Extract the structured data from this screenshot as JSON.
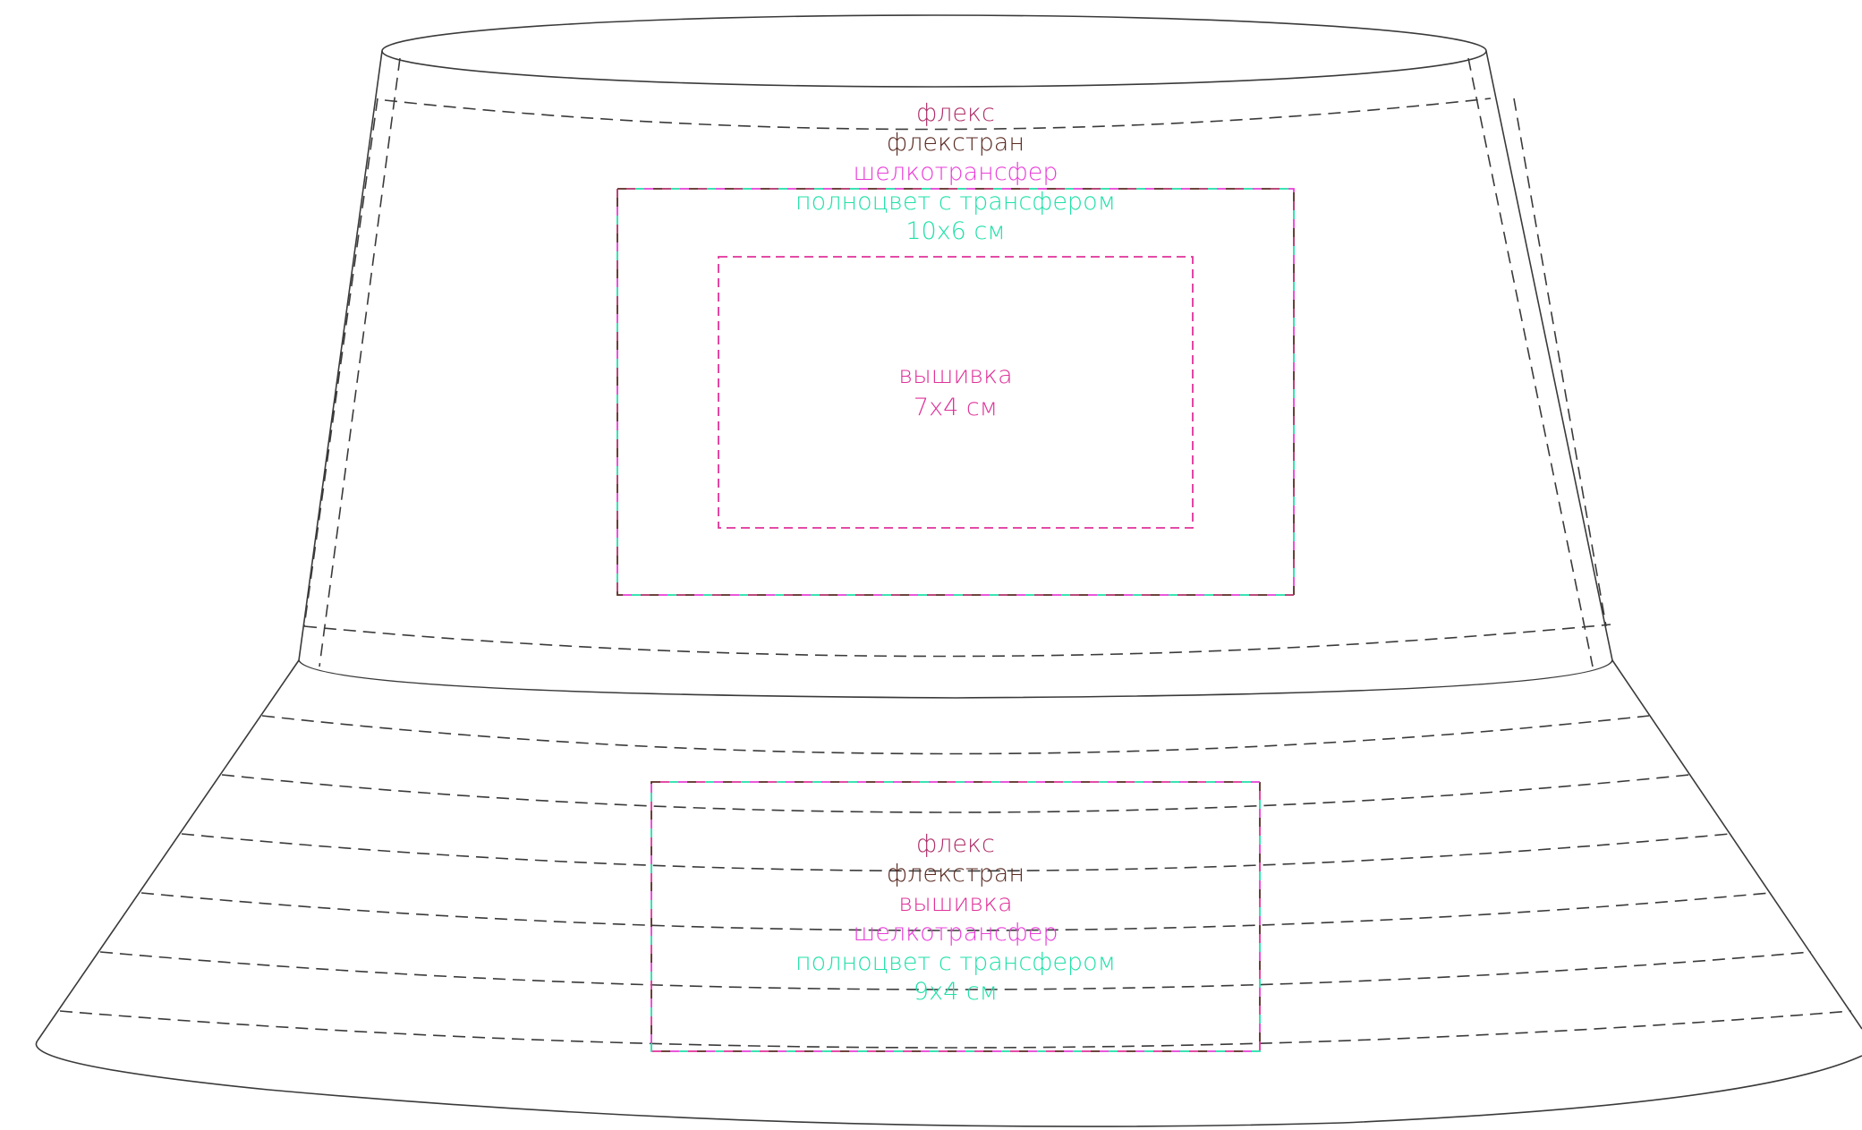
{
  "colors": {
    "outline": "#3a3a3a",
    "flex": "#b0306a",
    "flextran": "#5a2a22",
    "embroidery": "#e0329a",
    "silk_transfer": "#e83ed8",
    "fullcolor_transfer": "#1fe0a8"
  },
  "crown_zone": {
    "labels": {
      "flex": "флекс",
      "flextran": "флекстран",
      "silk_transfer": "шелкотрансфер",
      "fullcolor_transfer": "полноцвет с трансфером",
      "size": "10х6 см"
    },
    "embroidery": {
      "label": "вышивка",
      "size": "7х4 см"
    }
  },
  "brim_zone": {
    "labels": {
      "flex": "флекс",
      "flextran": "флекстран",
      "embroidery": "вышивка",
      "silk_transfer": "шелкотрансфер",
      "fullcolor_transfer": "полноцвет с трансфером",
      "size": "9х4 см"
    }
  }
}
